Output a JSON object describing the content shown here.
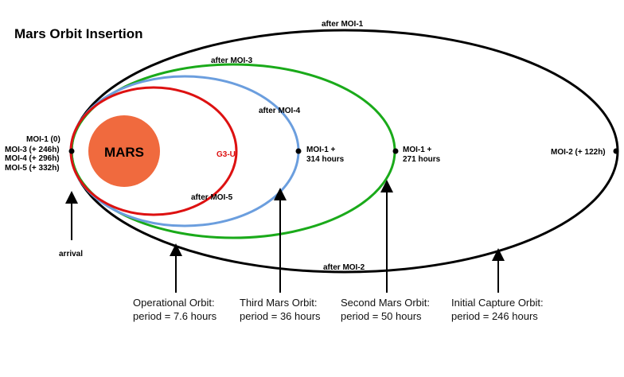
{
  "title": "Mars Orbit Insertion",
  "planet_label": "MARS",
  "g3u_label": "G3-U",
  "colors": {
    "mars": "#f06a3e",
    "capture": "#000000",
    "second": "#1aaa1a",
    "third": "#6b9ede",
    "operational": "#dd1111",
    "operational_caption": "#dd1111"
  },
  "moi_labels": {
    "left": [
      "MOI-1 (0)",
      "MOI-3 (+ 246h)",
      "MOI-4 (+ 296h)",
      "MOI-5 (+ 332h)"
    ],
    "moi2": "MOI-2 (+ 122h)",
    "moi1_314": [
      "MOI-1 +",
      "314 hours"
    ],
    "moi1_271": [
      "MOI-1 +",
      "271 hours"
    ]
  },
  "orbit_labels": {
    "after_moi1": "after MOI-1",
    "after_moi2": "after MOI-2",
    "after_moi3": "after MOI-3",
    "after_moi4": "after MOI-4",
    "after_moi5": "after MOI-5"
  },
  "arrival": "arrival",
  "captions": {
    "operational": [
      "Operational Orbit:",
      "period = 7.6 hours"
    ],
    "third": [
      "Third Mars Orbit:",
      "period = 36 hours"
    ],
    "second": [
      "Second Mars Orbit:",
      "period = 50 hours"
    ],
    "initial": [
      "Initial Capture Orbit:",
      "period = 246 hours"
    ]
  }
}
